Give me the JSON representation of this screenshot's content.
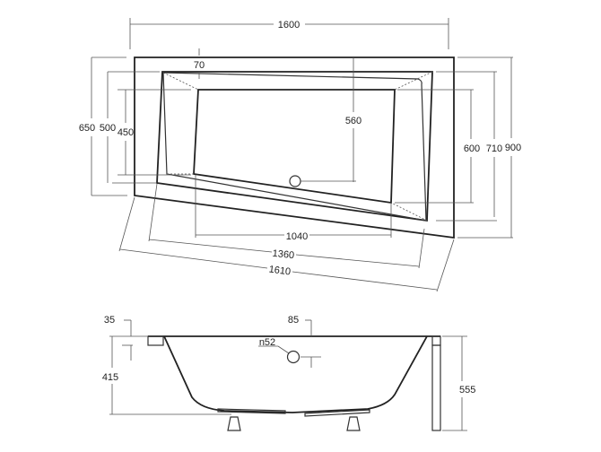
{
  "top_view": {
    "dimensions": {
      "overall_length": "1600",
      "rim_width": "70",
      "left_outer": "650",
      "left_rim": "500",
      "left_basin": "450",
      "drain_offset": "560",
      "right_basin": "600",
      "right_rim": "710",
      "right_outer": "900",
      "basin_length": "1040",
      "rim_length": "1360",
      "outer_diagonal_length": "1610"
    }
  },
  "side_view": {
    "dimensions": {
      "rim_thickness": "35",
      "overflow_offset": "85",
      "overflow_diameter": "n52",
      "inner_depth": "415",
      "total_height": "555"
    }
  }
}
